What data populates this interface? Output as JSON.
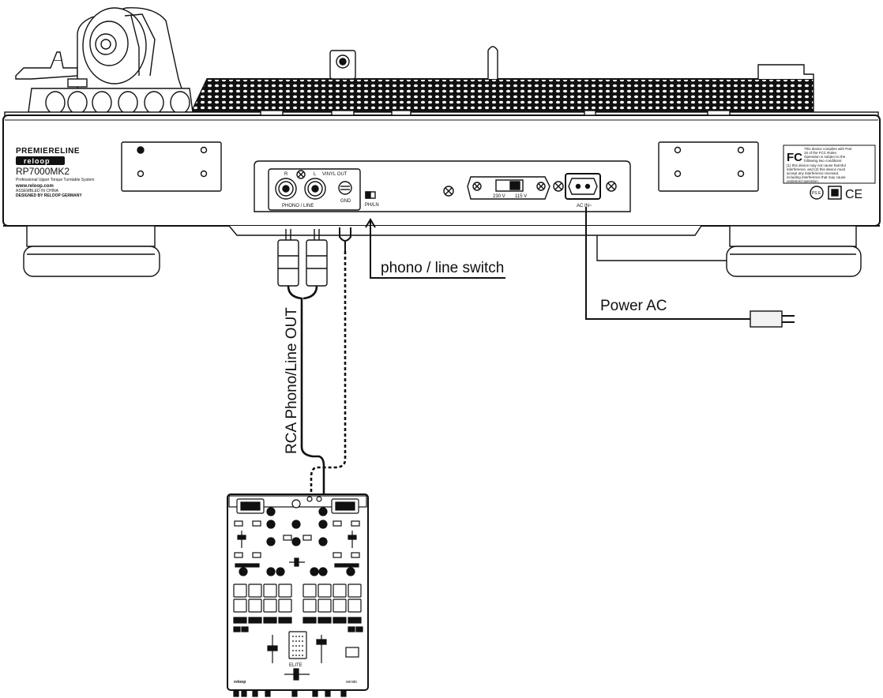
{
  "brand": {
    "premiereline": "PREMIERELINE",
    "reloop_logo": "reloop",
    "model": "RP7000MK2",
    "tagline": "Professional Upper Torque Turntable System",
    "website": "www.reloop.com",
    "assembled": "ASSEMBLED IN CHINA",
    "designed": "DESIGNED BY RELOOP GERMANY"
  },
  "rear_panel": {
    "vinyl_out": "VINYL OUT",
    "channel_r": "R",
    "channel_l": "L",
    "phono_line": "PHONO / LINE",
    "gnd": "GND",
    "ph_ln": "PH/LN",
    "voltage_230": "230 V",
    "voltage_115": "115 V",
    "ac_in": "AC IN~"
  },
  "fcc": {
    "logo": "FC",
    "lines": [
      "This device complies with Part",
      "15 of the FCC Rules.",
      "Operation is subject to the",
      "following two conditions:",
      "(1) this device may not cause harmful",
      "interference, and (2) this device must",
      "accept any interference received,",
      "including interference that may cause",
      "undesired operation."
    ],
    "pse": "PS E",
    "ce": "CE"
  },
  "callouts": {
    "phono_line_switch": "phono / line switch",
    "power_ac": "Power AC",
    "rca_cable": "RCA  Phono/Line OUT"
  },
  "mixer": {
    "model": "ELITE",
    "brand_left": "reloop",
    "brand_right": "serato"
  }
}
